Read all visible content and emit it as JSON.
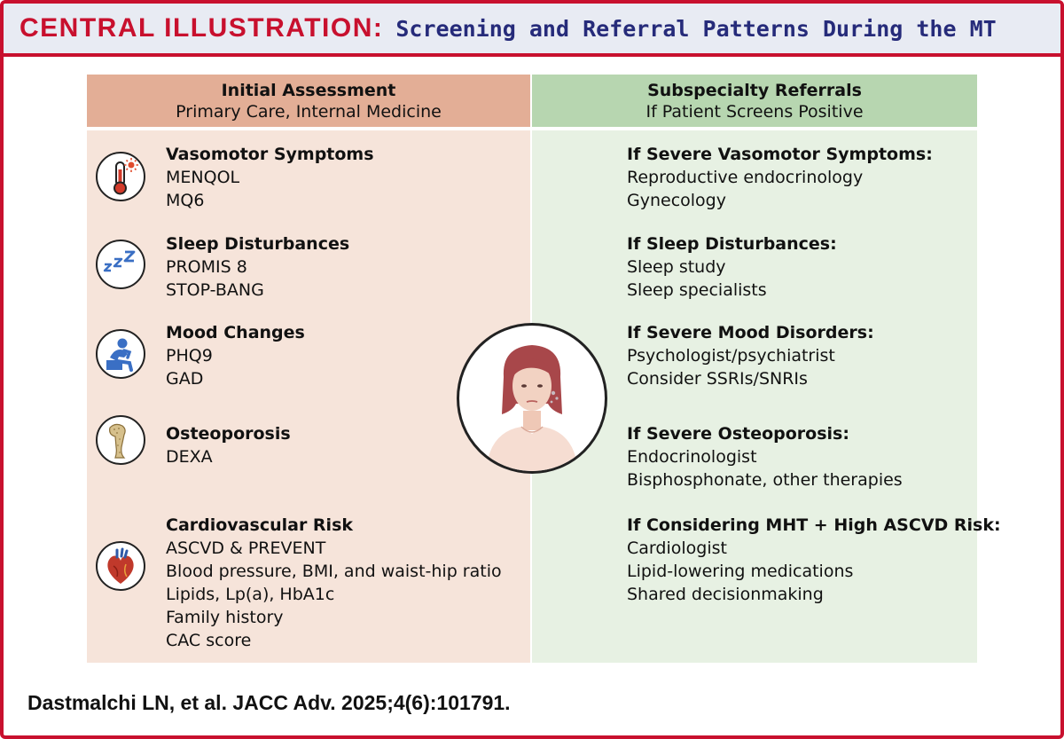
{
  "header": {
    "lead": "CENTRAL ILLUSTRATION:",
    "title": "Screening and Referral Patterns During the MT"
  },
  "columns": {
    "left": {
      "title": "Initial Assessment",
      "subtitle": "Primary Care, Internal Medicine"
    },
    "right": {
      "title": "Subspecialty Referrals",
      "subtitle": "If Patient Screens Positive"
    }
  },
  "assessments": [
    {
      "icon": "thermometer-icon",
      "heading": "Vasomotor Symptoms",
      "lines": [
        "MENQOL",
        "MQ6"
      ]
    },
    {
      "icon": "sleep-zzz-icon",
      "heading": "Sleep Disturbances",
      "lines": [
        "PROMIS 8",
        "STOP-BANG"
      ]
    },
    {
      "icon": "sad-person-icon",
      "heading": "Mood Changes",
      "lines": [
        "PHQ9",
        "GAD"
      ]
    },
    {
      "icon": "bone-icon",
      "heading": "Osteoporosis",
      "lines": [
        "DEXA"
      ]
    },
    {
      "icon": "heart-icon",
      "heading": "Cardiovascular Risk",
      "lines": [
        "ASCVD & PREVENT",
        "Blood pressure, BMI, and waist-hip ratio",
        "Lipids, Lp(a), HbA1c",
        "Family history",
        "CAC score"
      ]
    }
  ],
  "referrals": [
    {
      "heading": "If Severe Vasomotor Symptoms:",
      "lines": [
        "Reproductive endocrinology",
        "Gynecology"
      ]
    },
    {
      "heading": "If Sleep Disturbances:",
      "lines": [
        "Sleep study",
        "Sleep specialists"
      ]
    },
    {
      "heading": "If Severe Mood Disorders:",
      "lines": [
        "Psychologist/psychiatrist",
        "Consider SSRIs/SNRIs"
      ]
    },
    {
      "heading": "If Severe Osteoporosis:",
      "lines": [
        "Endocrinologist",
        "Bisphosphonate, other therapies"
      ]
    },
    {
      "heading": "If Considering MHT + High ASCVD Risk:",
      "lines": [
        "Cardiologist",
        "Lipid-lowering medications",
        "Shared decisionmaking"
      ]
    }
  ],
  "center_icon": "woman-portrait-icon",
  "citation": "Dastmalchi LN, et al. JACC Adv. 2025;4(6):101791.",
  "colors": {
    "accent_red": "#c8102e",
    "title_navy": "#262b7a",
    "left_header": "#e3ae96",
    "left_body": "#f6e4da",
    "right_header": "#b7d6b0",
    "right_body": "#e7f1e3"
  }
}
